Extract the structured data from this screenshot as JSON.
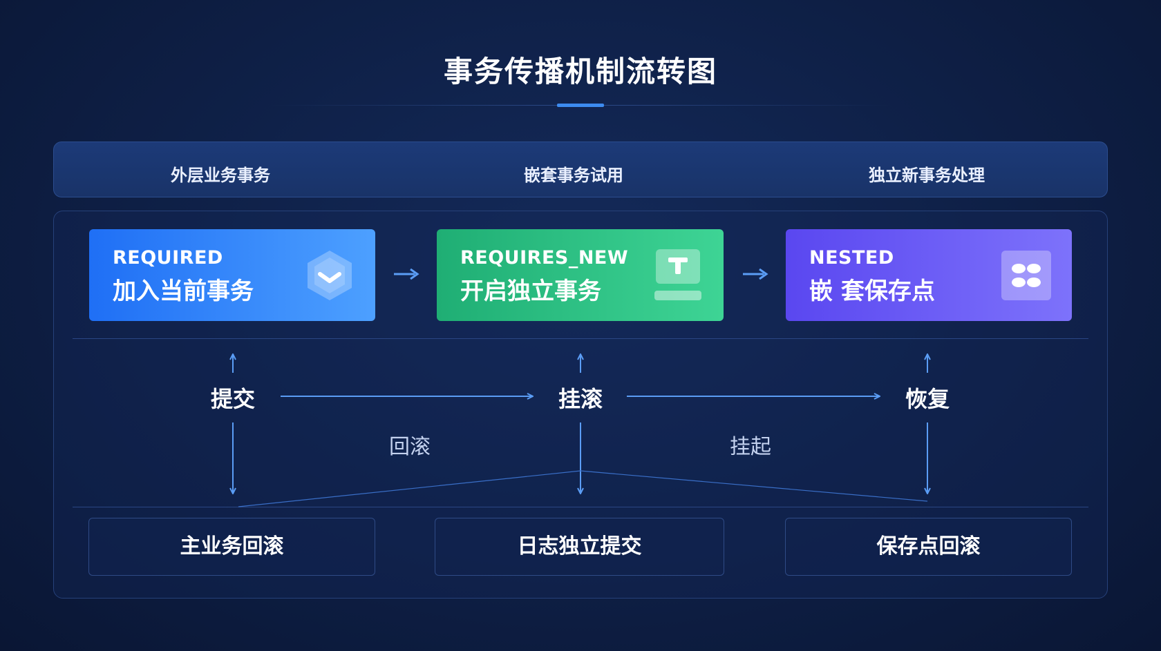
{
  "title": "事务传播机制流转图",
  "columns": [
    "外层业务事务",
    "嵌套事务试用",
    "独立新事务处理"
  ],
  "cards": [
    {
      "code": "REQUIRED",
      "desc": "加入当前事务",
      "icon": "hexagon-chevron-icon",
      "color": "#2a7cf7"
    },
    {
      "code": "REQUIRES_NEW",
      "desc": "开启独立事务",
      "icon": "terminal-t-icon",
      "color": "#26c082"
    },
    {
      "code": "NESTED",
      "desc": "嵌 套保存点",
      "icon": "dots-grid-icon",
      "color": "#6a5cf6"
    }
  ],
  "actions": [
    "提交",
    "挂滚",
    "恢复"
  ],
  "flow_labels": [
    "回滚",
    "挂起"
  ],
  "outcomes": [
    "主业务回滚",
    "日志独立提交",
    "保存点回滚"
  ],
  "colors": {
    "background": "#0e1f45",
    "accent": "#3d8bf0",
    "arrow": "#5b9df5"
  }
}
